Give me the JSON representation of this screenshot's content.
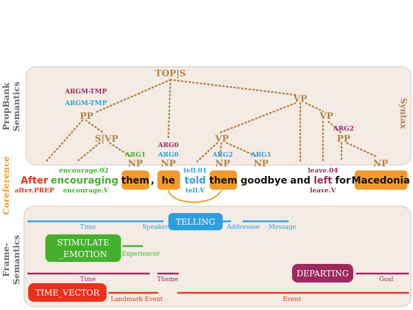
{
  "labels": {
    "propbank": "PropBank",
    "semantics": "Semantics",
    "syntax": "Syntax",
    "coreference": "Coreference",
    "frame": "Frame-",
    "frame_semantics": "Semantics"
  },
  "syntax": {
    "top": "TOP|S",
    "pp": "PP",
    "svp": "S|VP",
    "vp_top": "VP",
    "vp_mid": "VP",
    "vp_left": "VP",
    "pp_right": "PP",
    "np_them1": "NP",
    "np_he": "NP",
    "np_them2": "NP",
    "np_goodbye": "NP",
    "np_macedonia": "NP"
  },
  "propbank": {
    "argm_tmp_1": "ARGM-TMP",
    "argm_tmp_2": "ARGM-TMP",
    "arg1_them": "ARG1",
    "arg0_a": "ARG0",
    "arg0_b": "ARG0",
    "arg2_them": "ARG2",
    "arg1_goodbye": "ARG1",
    "arg2_pp": "ARG2",
    "encourage_roleset": "encourage.02",
    "encourage_lemma": "encourage.V",
    "tell_roleset": "tell.01",
    "tell_lemma": "tell.V",
    "leave_roleset": "leave.04",
    "leave_lemma": "leave.V",
    "after_tag": "after.PREP"
  },
  "sentence": {
    "after": "After",
    "encouraging": "encouraging",
    "them1": "them",
    "comma": ",",
    "he": "he",
    "told": "told",
    "them2": "them",
    "goodbye": "goodbye",
    "and": "and",
    "left": "left",
    "for": "for",
    "macedonia": "Macedonia"
  },
  "frames": {
    "telling": "TELLING",
    "stimulate_line1": "STIMULATE",
    "stimulate_line2": "_EMOTION",
    "departing": "DEPARTING",
    "time_vector": "TIME_VECTOR",
    "fe_time_1": "Time",
    "fe_speaker": "Speaker",
    "fe_addressee": "Addressee",
    "fe_message": "Message",
    "fe_experiencer": "Experiencer",
    "fe_time_2": "Time",
    "fe_theme": "Theme",
    "fe_goal": "Goal",
    "fe_landmark": "Landmark Event",
    "fe_event": "Event"
  },
  "colors": {
    "syntax": "#b3834a",
    "argm": "#9c2a5f",
    "arg_blue": "#2f9fdc",
    "green": "#45b02e",
    "red": "#e8311c",
    "orange": "#f29a2e",
    "purple_frame": "#9c2a5f",
    "panel_fill": "#f3ebe4",
    "panel_stroke": "#d9cfc6"
  }
}
